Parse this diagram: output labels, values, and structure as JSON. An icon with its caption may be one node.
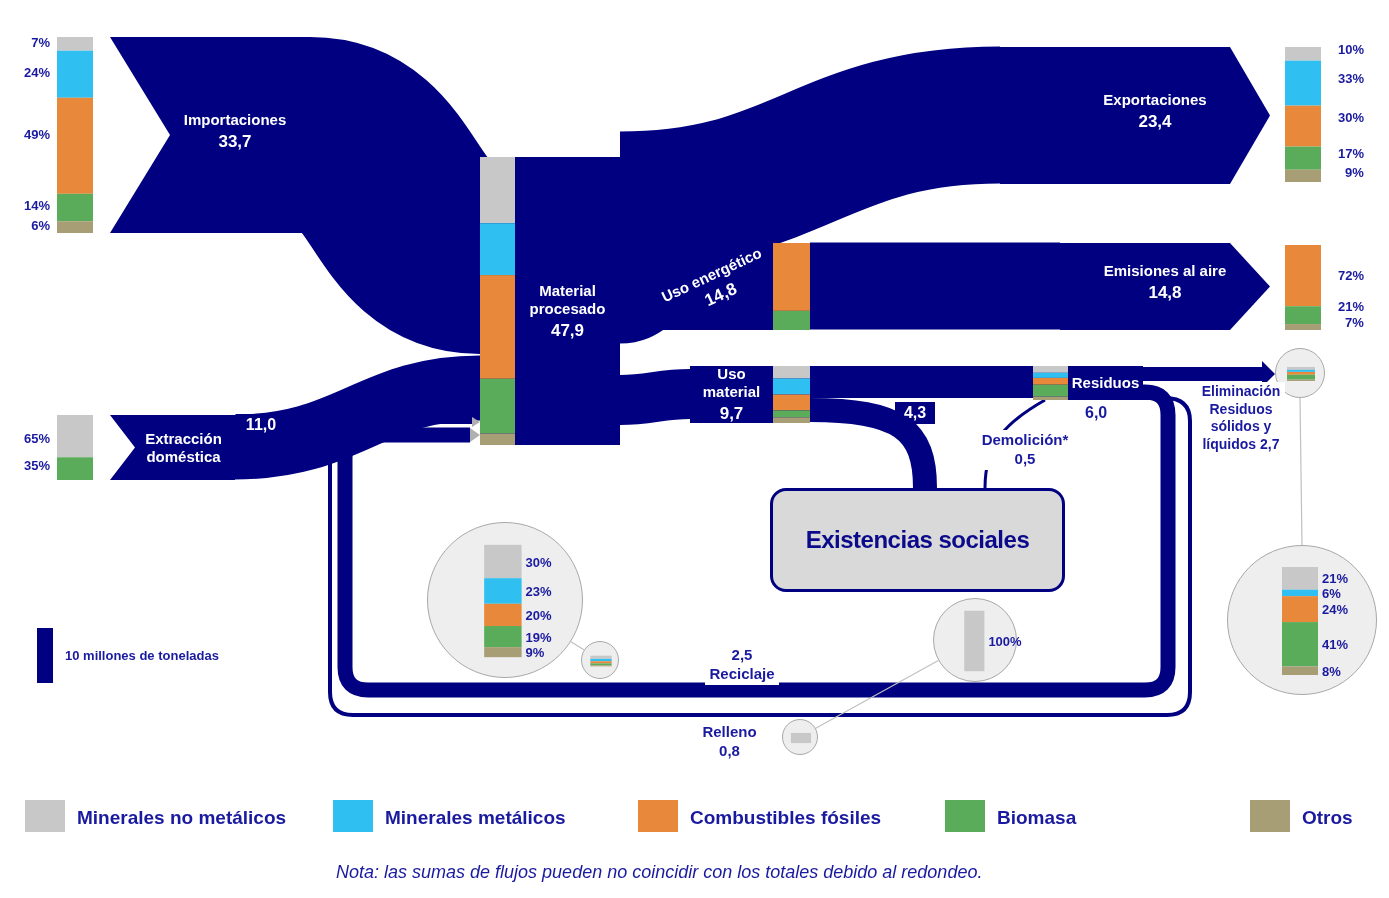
{
  "diagram": {
    "caption": "Nota: las sumas de flujos pueden no coincidir con los totales debido al redondeo.",
    "nodes": [
      {
        "text": [
          "Importaciones",
          "33,7"
        ]
      },
      {
        "text": [
          "Extracción doméstica"
        ]
      },
      {
        "text": [
          "Material procesado",
          "47,9"
        ]
      },
      {
        "text": [
          "Exportaciones",
          "23,4"
        ]
      },
      {
        "text": [
          "Uso energético",
          "14,8"
        ]
      },
      {
        "text": [
          "Emisiones al aire",
          "14,8"
        ]
      },
      {
        "text": [
          "Uso material",
          "9,7"
        ]
      },
      {
        "text": [
          "Residuos"
        ],
        "beside": [
          "6,0"
        ]
      },
      {
        "text": [
          "Existencias sociales"
        ]
      },
      {
        "text": [],
        "shape": "circle"
      },
      {
        "text": [
          "21%",
          "6%",
          "24%",
          "41%",
          "8%"
        ]
      },
      {
        "text": [],
        "shape": "circle"
      },
      {
        "text": [
          "30%",
          "23%",
          "20%",
          "19%",
          "9%"
        ]
      },
      {
        "text": [],
        "shape": "circle"
      },
      {
        "text": [
          "100%"
        ]
      }
    ],
    "edges": [
      {
        "from": 0,
        "to": 2,
        "arrow": "none",
        "style": "thick"
      },
      {
        "from": 1,
        "to": 2,
        "arrow": "none",
        "label": "11,0",
        "style": "thick"
      },
      {
        "from": 2,
        "to": 3,
        "arrow": "none",
        "style": "thick"
      },
      {
        "from": 2,
        "to": 4,
        "arrow": "none",
        "style": "thick"
      },
      {
        "from": 4,
        "to": 5,
        "arrow": "none",
        "style": "thick"
      },
      {
        "from": 2,
        "to": 6,
        "arrow": "none",
        "style": "thick"
      },
      {
        "from": 6,
        "to": 8,
        "arrow": "none",
        "label": "4,3"
      },
      {
        "from": 6,
        "to": 7,
        "arrow": "none"
      },
      {
        "from": 8,
        "to": 7,
        "arrow": "none",
        "label": "Demolición* 0,5"
      },
      {
        "from": 7,
        "to": 9,
        "arrow": "to",
        "label": "Eliminación Residuos sólidos y líquidos 2,7"
      },
      {
        "from": 7,
        "to": 2,
        "arrow": "to",
        "label": "2,5 Reciclaje"
      },
      {
        "from": 7,
        "to": 2,
        "arrow": "to",
        "label": "Relleno 0,8"
      },
      {
        "from": 9,
        "to": 10,
        "arrow": "none",
        "color": "#c0c0c0"
      },
      {
        "from": 11,
        "to": 12,
        "arrow": "none",
        "color": "#c0c0c0"
      },
      {
        "from": 13,
        "to": 14,
        "arrow": "none",
        "color": "#c0c0c0"
      }
    ],
    "labels": [
      "7%",
      "24%",
      "49%",
      "14%",
      "6%",
      "65%",
      "35%",
      "10%",
      "33%",
      "30%",
      "17%",
      "9%",
      "72%",
      "21%",
      "7%"
    ],
    "legend": [
      {
        "text": "Minerales no metálicos",
        "color": "#c8c8c8"
      },
      {
        "text": "Minerales metálicos",
        "color": "#2fbff0"
      },
      {
        "text": "Combustibles fósiles",
        "color": "#e8883a"
      },
      {
        "text": "Biomasa",
        "color": "#5aac5a"
      },
      {
        "text": "Otros",
        "color": "#a89e76"
      },
      {
        "text": "10 millones de toneladas",
        "color": "#000080"
      }
    ]
  }
}
